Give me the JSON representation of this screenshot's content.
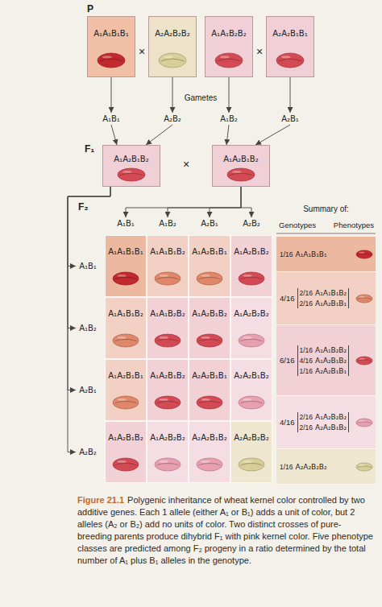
{
  "diagram": {
    "caption": "Polygenic inheritance of wheat kernel color controlled by two additive genes. Each 1 allele (either A₁ or B₁) adds a unit of color, but 2 alleles (A₂ or B₂) add no units of color. Two distinct crosses of pure-breeding parents produce dihybrid F₁ with pink kernel color. Five phenotype classes are predicted among F₂ progeny in a ratio determined by the total number of A₁ plus B₁ alleles in the genotype.",
    "nodes": [
      {
        "text": [
          "A₁A₁B₁B₁"
        ]
      },
      {
        "text": [
          "A₂A₂B₂B₂"
        ]
      },
      {
        "text": [
          "A₁A₁B₂B₂"
        ]
      },
      {
        "text": [
          "A₂A₂B₁B₁"
        ]
      },
      {
        "text": [
          "A₁B₁"
        ]
      },
      {
        "text": [
          "A₂B₂"
        ]
      },
      {
        "text": [
          "A₁B₂"
        ]
      },
      {
        "text": [
          "A₂B₁"
        ]
      },
      {
        "text": [
          "A₁A₂B₁B₂"
        ]
      },
      {
        "text": [
          "A₁A₂B₁B₂"
        ]
      },
      {
        "text": [
          "A₁B₁"
        ]
      },
      {
        "text": [
          "A₁B₂"
        ]
      },
      {
        "text": [
          "A₂B₁"
        ]
      },
      {
        "text": [
          "A₂B₂"
        ]
      },
      {
        "text": [
          "A₁B₁"
        ]
      },
      {
        "text": [
          "A₁A₁B₁B₁"
        ]
      },
      {
        "text": [
          "A₁A₁B₁B₂"
        ]
      },
      {
        "text": [
          "A₁A₂B₁B₁"
        ]
      },
      {
        "text": [
          "A₁A₂B₁B₂"
        ]
      },
      {
        "text": [
          "A₁B₂"
        ]
      },
      {
        "text": [
          "A₁A₁B₁B₂"
        ]
      },
      {
        "text": [
          "A₁A₁B₂B₂"
        ]
      },
      {
        "text": [
          "A₁A₂B₁B₂"
        ]
      },
      {
        "text": [
          "A₁A₂B₂B₂"
        ]
      },
      {
        "text": [
          "A₂B₁"
        ]
      },
      {
        "text": [
          "A₁A₂B₁B₁"
        ]
      },
      {
        "text": [
          "A₁A₂B₁B₂"
        ]
      },
      {
        "text": [
          "A₂A₂B₁B₁"
        ]
      },
      {
        "text": [
          "A₂A₂B₁B₂"
        ]
      },
      {
        "text": [
          "A₂B₂"
        ]
      },
      {
        "text": [
          "A₁A₂B₁B₂"
        ]
      },
      {
        "text": [
          "A₁A₂B₂B₂"
        ]
      },
      {
        "text": [
          "A₂A₂B₁B₂"
        ]
      },
      {
        "text": [
          "A₂A₂B₂B₂"
        ]
      },
      {
        "text": [
          "1/16",
          "A₁A₁B₁B₁"
        ]
      },
      {
        "text": [
          "4/16",
          "2/16",
          "A₁A₁B₁B₂",
          "2/16",
          "A₁A₂B₁B₁"
        ]
      },
      {
        "text": [
          "6/16",
          "1/16",
          "A₁A₁B₂B₂",
          "4/16",
          "A₁A₂B₁B₂",
          "1/16",
          "A₂A₂B₁B₁"
        ]
      },
      {
        "text": [
          "4/16",
          "2/16",
          "A₁A₂B₂B₂",
          "2/16",
          "A₂A₂B₁B₂"
        ]
      },
      {
        "text": [
          "1/16",
          "A₂A₂B₂B₂"
        ]
      }
    ],
    "edges": [
      {
        "from": 0,
        "to": 4,
        "arrow": "to"
      },
      {
        "from": 1,
        "to": 5,
        "arrow": "to"
      },
      {
        "from": 2,
        "to": 6,
        "arrow": "to"
      },
      {
        "from": 3,
        "to": 7,
        "arrow": "to"
      },
      {
        "from": 4,
        "to": 8,
        "arrow": "to"
      },
      {
        "from": 5,
        "to": 8,
        "arrow": "to"
      },
      {
        "from": 6,
        "to": 9,
        "arrow": "to"
      },
      {
        "from": 7,
        "to": 9,
        "arrow": "to"
      },
      {
        "from": 8,
        "to": 14,
        "arrow": "to"
      },
      {
        "from": 8,
        "to": 19,
        "arrow": "to"
      },
      {
        "from": 8,
        "to": 24,
        "arrow": "to"
      },
      {
        "from": 8,
        "to": 29,
        "arrow": "to"
      },
      {
        "from": 9,
        "to": 10,
        "arrow": "to"
      },
      {
        "from": 9,
        "to": 11,
        "arrow": "to"
      },
      {
        "from": 9,
        "to": 12,
        "arrow": "to"
      },
      {
        "from": 9,
        "to": 13,
        "arrow": "to"
      }
    ],
    "labels": [
      "P",
      "×",
      "×",
      "Gametes",
      "F₁",
      "×",
      "F₂",
      "Summary of:",
      "Genotypes",
      "Phenotypes",
      "Figure 21.1"
    ]
  }
}
